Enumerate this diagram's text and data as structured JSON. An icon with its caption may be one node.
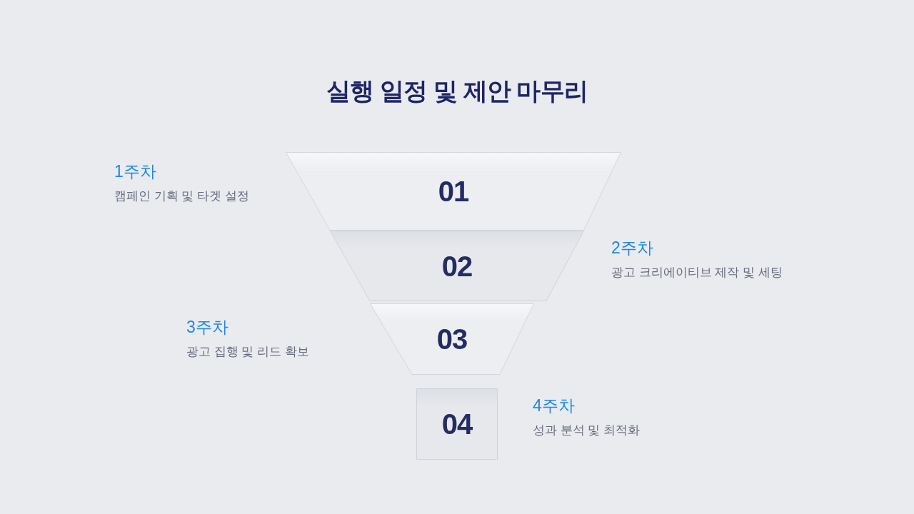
{
  "diagram": {
    "title": "실행 일정 및 제안 마무리",
    "nodes": [
      {
        "text": [
          "01"
        ],
        "beside": [
          "1주차",
          "캠페인 기획 및 타겟 설정"
        ]
      },
      {
        "text": [
          "02"
        ],
        "beside": [
          "2주차",
          "광고 크리에이티브 제작 및 세팅"
        ]
      },
      {
        "text": [
          "03"
        ],
        "beside": [
          "3주차",
          "광고 집행 및 리드 확보"
        ]
      },
      {
        "text": [
          "04"
        ],
        "beside": [
          "4주차",
          "성과 분석 및 최적화"
        ]
      }
    ]
  }
}
